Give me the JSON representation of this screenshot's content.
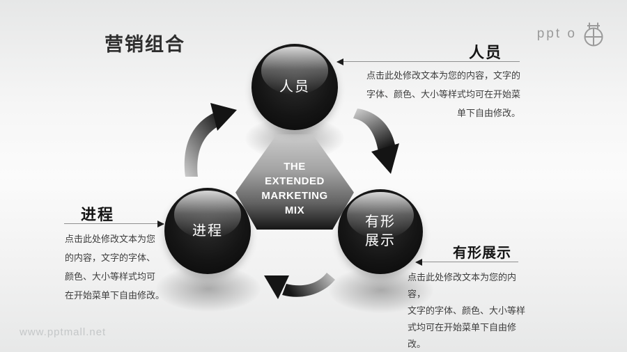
{
  "slide": {
    "title": "营销组合",
    "watermark": "www.pptmall.net",
    "logo_text": "ppt o"
  },
  "center": {
    "label": "THE\nEXTENDED\nMARKETING\nMIX"
  },
  "spheres": {
    "top": {
      "label": "人员"
    },
    "left": {
      "label": "进程"
    },
    "right": {
      "label": "有形\n展示"
    }
  },
  "callouts": {
    "people": {
      "heading": "人员",
      "body": "点击此处修改文本为您的内容，文字的\n字体、颜色、大小等样式均可在开始菜\n单下自由修改。"
    },
    "process": {
      "heading": "进程",
      "body": "点击此处修改文本为您\n的内容，文字的字体、\n颜色、大小等样式均可\n在开始菜单下自由修改。"
    },
    "evidence": {
      "heading": "有形展示",
      "body": "点击此处修改文本为您的内容，\n文字的字体、颜色、大小等样\n式均可在开始菜单下自由修改。"
    }
  },
  "colors": {
    "background_top": "#e6e7e7",
    "sphere": "#0e0e0e",
    "trapezoid_top": "#cccccc",
    "trapezoid_bottom": "#161616",
    "heading_text": "#141414",
    "body_text": "#3d3d3d",
    "connector_line": "#8f8f8f",
    "watermark_text": "#c4c7c8"
  }
}
